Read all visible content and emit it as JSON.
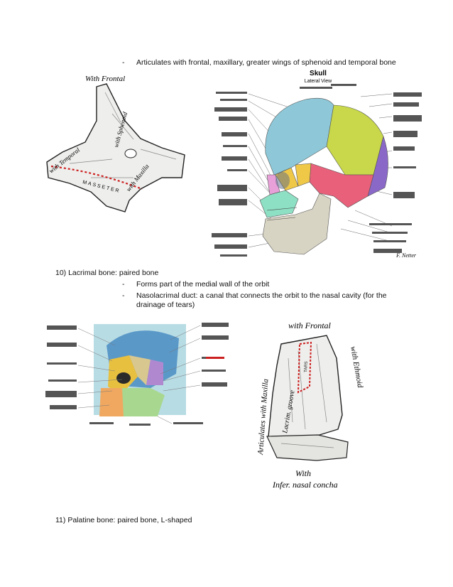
{
  "top_bullet": {
    "dash": "-",
    "text": "Articulates with frontal, maxillary, greater wings of sphenoid and temporal bone"
  },
  "zygo_figure": {
    "labels": {
      "frontal": "With Frontal",
      "sphenoid": "with Sphenoid",
      "temporal": "with Temporal",
      "maxilla": "with Maxilla",
      "masseter": "MASSETER"
    }
  },
  "skull_figure": {
    "title": "Skull",
    "subtitle": "Lateral View",
    "signature": "F. Netter"
  },
  "section10": {
    "heading": "10) Lacrimal bone: paired bone",
    "bullets": [
      {
        "dash": "-",
        "text": "Forms part of the medial wall of the orbit"
      },
      {
        "dash": "-",
        "text": "Nasolacrimal duct: a canal that connects the orbit to the nasal cavity (for the drainage of tears)"
      }
    ]
  },
  "lacrimal_figure": {
    "labels": {
      "frontal": "with Frontal",
      "ethmoid": "with Ethmoid",
      "maxilla": "Articulates with Maxilla",
      "groove": "Lacrim. groove",
      "concha_1": "With",
      "concha_2": "Infer. nasal concha",
      "tars": "TARS"
    }
  },
  "section11": {
    "heading": "11) Palatine bone: paired bone, L-shaped"
  },
  "colors": {
    "frontal_bone": "#8ec8d8",
    "parietal_bone": "#c8d84a",
    "temporal_bone": "#e8607a",
    "sphenoid_bone": "#f0c848",
    "occipital_bone": "#8a68c8",
    "mandible": "#d8d4c4",
    "maxilla": "#8ee0c4",
    "nasal_bone": "#e8a0d8"
  }
}
